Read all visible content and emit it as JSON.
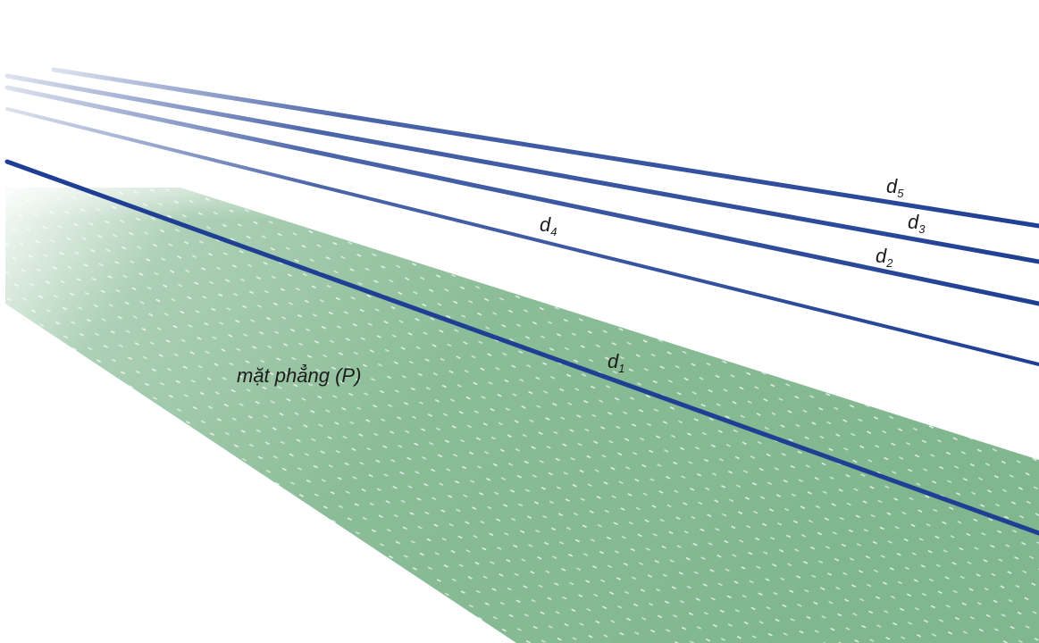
{
  "plane": {
    "label": "mặt phẳng (P)",
    "color": "#6aaa7a"
  },
  "lines": {
    "color": "#1f3f94",
    "d1": {
      "letter": "d",
      "index": "1"
    },
    "d2": {
      "letter": "d",
      "index": "2"
    },
    "d3": {
      "letter": "d",
      "index": "3"
    },
    "d4": {
      "letter": "d",
      "index": "4"
    },
    "d5": {
      "letter": "d",
      "index": "5"
    }
  }
}
